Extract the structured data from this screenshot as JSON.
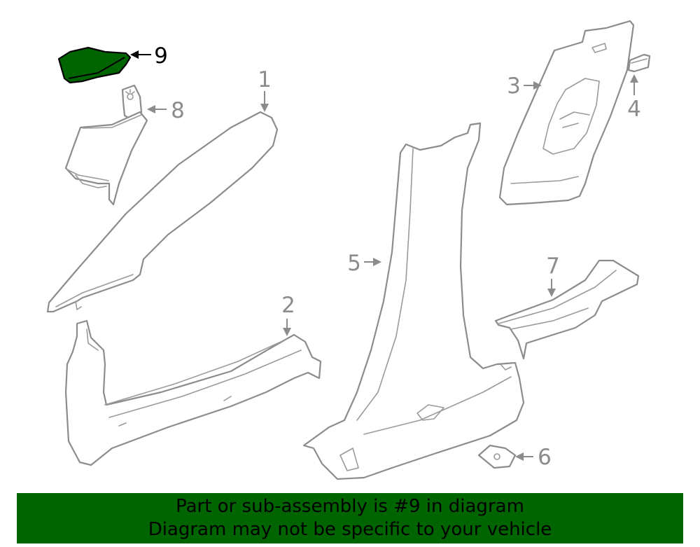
{
  "diagram": {
    "callouts": [
      "1",
      "2",
      "3",
      "4",
      "5",
      "6",
      "7",
      "8",
      "9"
    ],
    "highlighted_part": "9",
    "colors": {
      "highlight": "#006400",
      "line": "#8c8c8c"
    }
  },
  "banner": {
    "line1": "Part or sub-assembly is #9 in diagram",
    "line2": "Diagram may not be specific to your vehicle"
  }
}
